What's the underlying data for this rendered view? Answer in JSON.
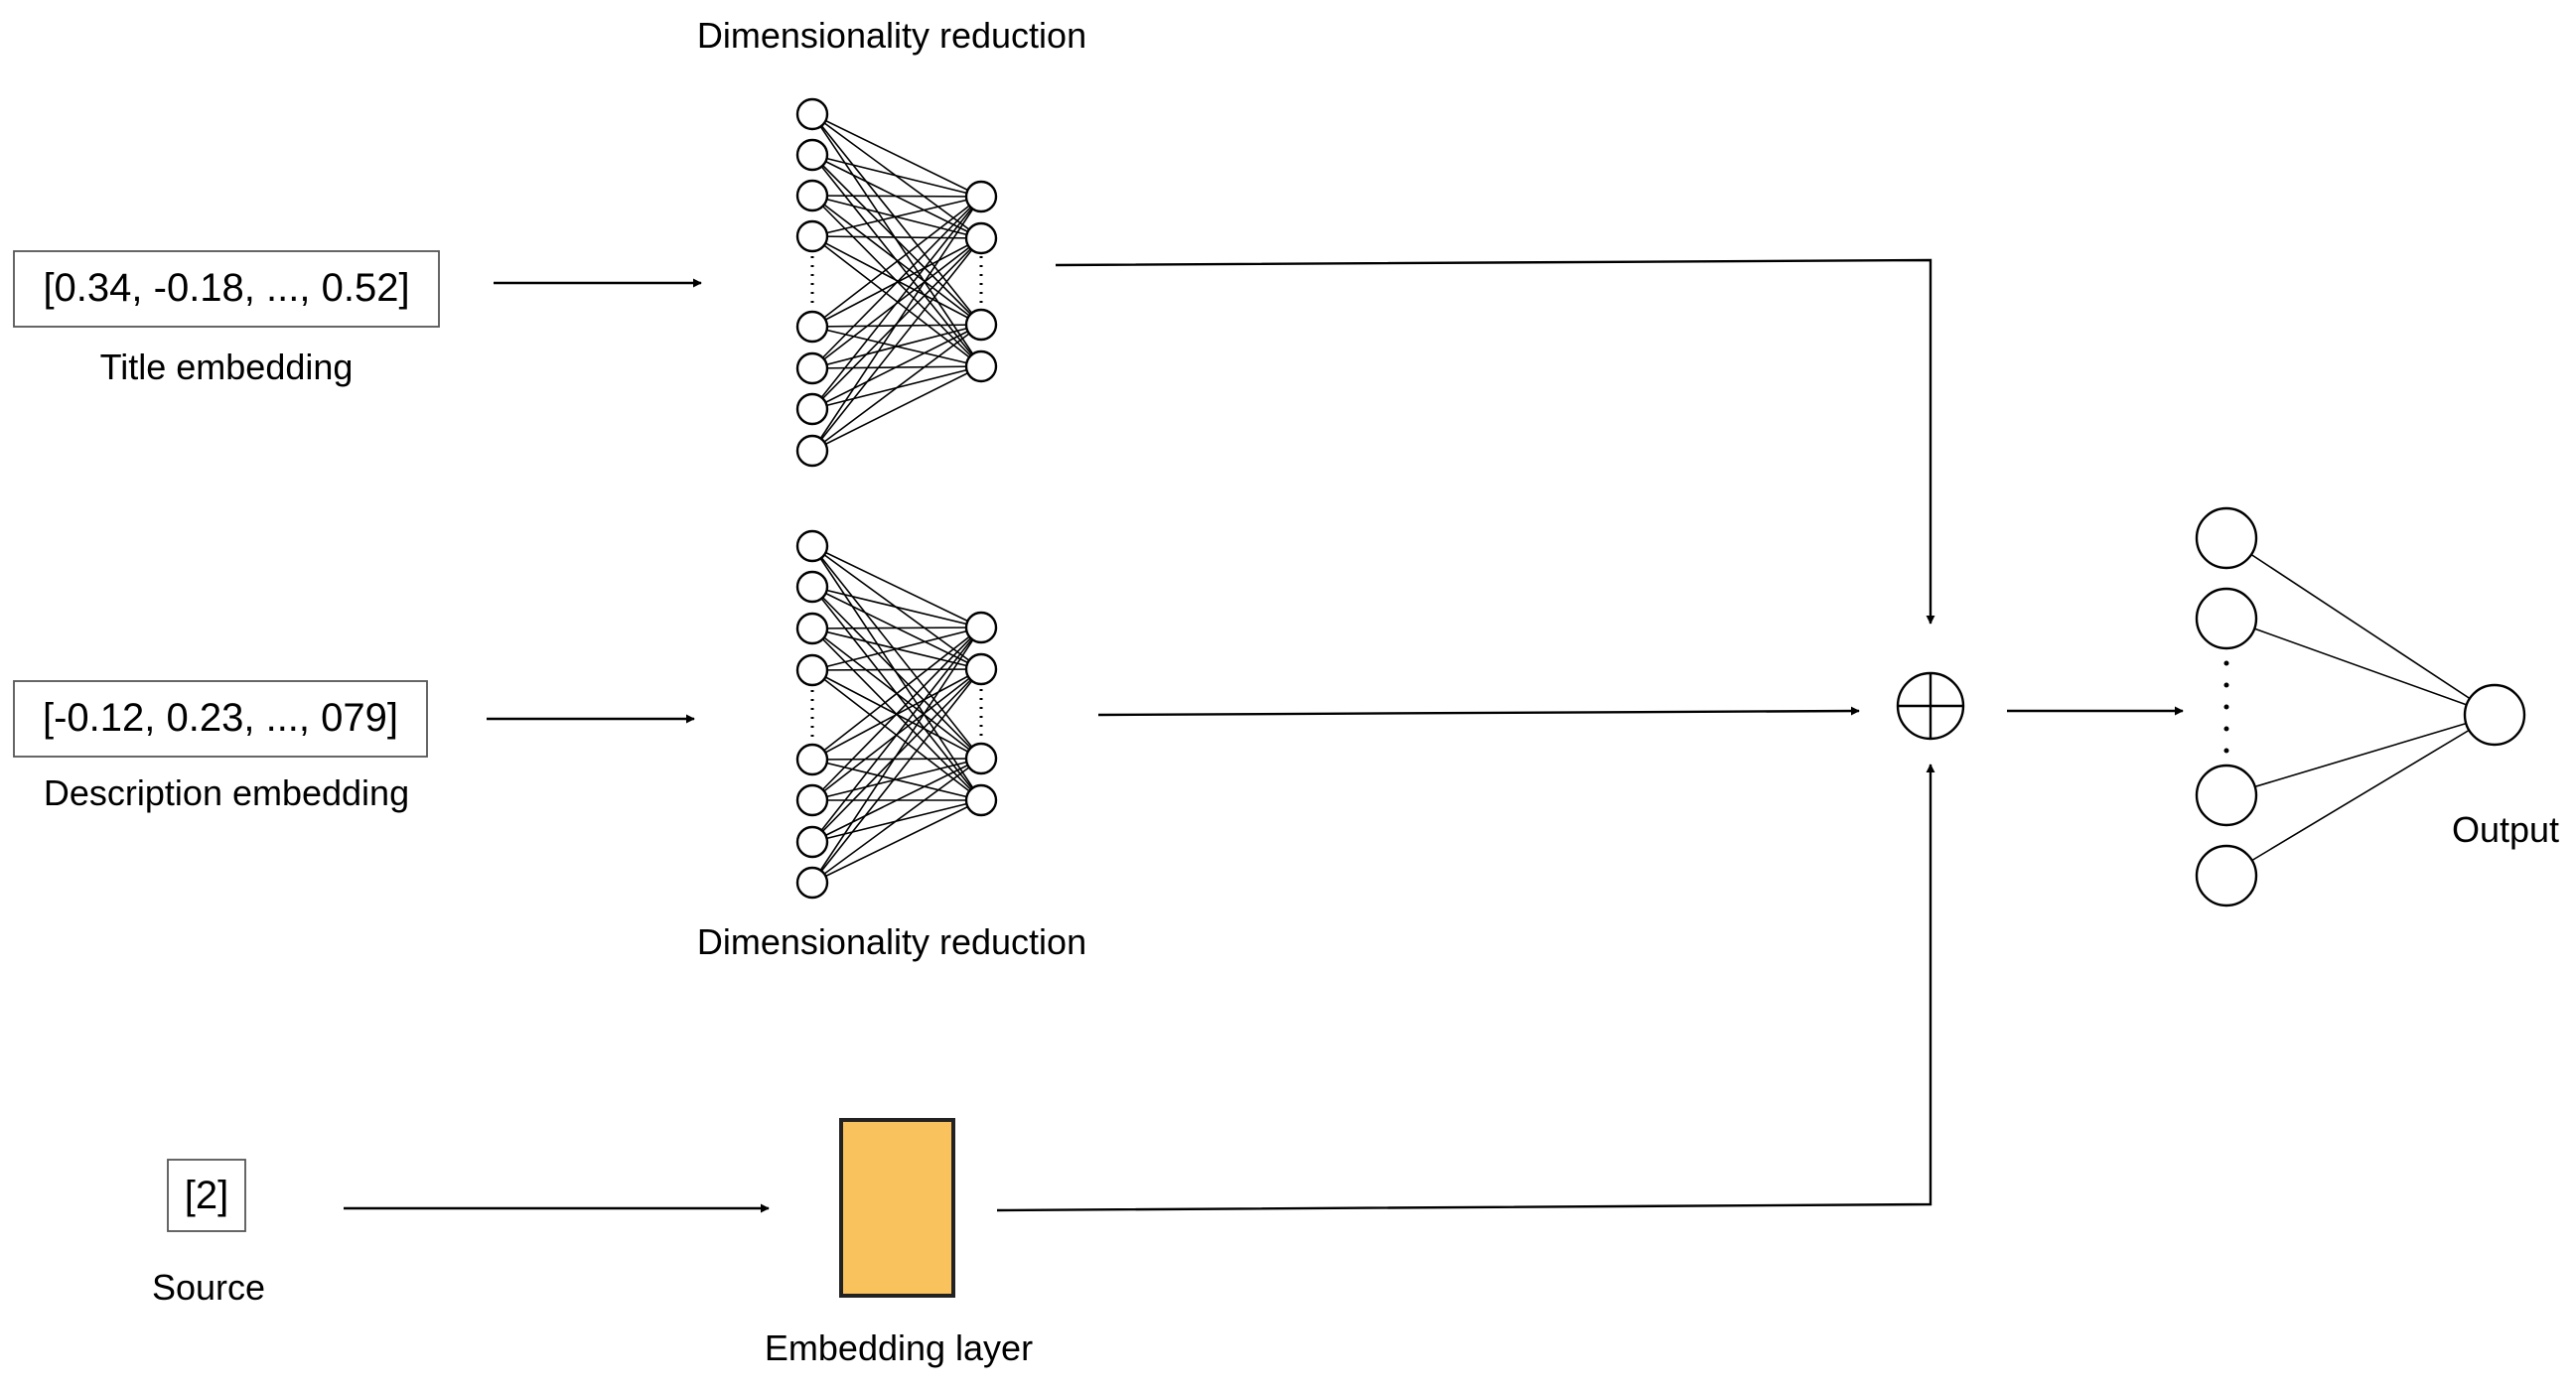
{
  "inputs": {
    "title": {
      "vector": "[0.34, -0.18, ..., 0.52]",
      "label": "Title embedding"
    },
    "description": {
      "vector": "[-0.12, 0.23, ..., 079]",
      "label": "Description embedding"
    },
    "source": {
      "vector": "[2]",
      "label": "Source"
    }
  },
  "blocks": {
    "reduction_top_label": "Dimensionality reduction",
    "reduction_bottom_label": "Dimensionality reduction",
    "embedding_layer_label": "Embedding layer"
  },
  "output": {
    "label": "Output"
  },
  "colors": {
    "embedding_layer_fill": "#f9c25c",
    "stroke": "#000000"
  },
  "icons": {
    "combine": "circle-plus-icon"
  }
}
